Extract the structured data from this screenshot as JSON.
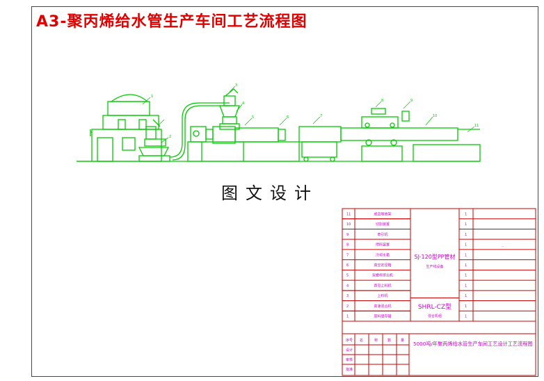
{
  "header": {
    "title": "A3-聚丙烯给水管生产车间工艺流程图",
    "subtitle": "图文设计"
  },
  "diagram": {
    "callouts": [
      "1",
      "2",
      "3",
      "4",
      "5",
      "6",
      "7",
      "8",
      "9",
      "10",
      "11"
    ]
  },
  "parts_list": {
    "rows": [
      {
        "no": "11",
        "name": "成品堆放架",
        "qty": "1"
      },
      {
        "no": "10",
        "name": "切割装置",
        "qty": "1"
      },
      {
        "no": "9",
        "name": "牵引机",
        "qty": "1"
      },
      {
        "no": "8",
        "name": "喷码装置",
        "qty": "1"
      },
      {
        "no": "7",
        "name": "冷却水箱",
        "qty": "1"
      },
      {
        "no": "6",
        "name": "真空定径箱",
        "qty": "1"
      },
      {
        "no": "5",
        "name": "双螺杆挤出机",
        "qty": "1"
      },
      {
        "no": "4",
        "name": "真空上料机",
        "qty": "1"
      },
      {
        "no": "3",
        "name": "上料机",
        "qty": "1"
      },
      {
        "no": "2",
        "name": "高速混合机",
        "qty": "1"
      },
      {
        "no": "1",
        "name": "原料储存罐",
        "qty": "1"
      }
    ],
    "group_a_line1": "SJ-120型PP管材",
    "group_a_line2": "生产线设备",
    "group_b_line1": "SHRL-CZ型",
    "group_b_line2": "混合机组",
    "small_mark": "-"
  },
  "title_block": {
    "row1": [
      "序号",
      "名",
      "称",
      "数",
      "量"
    ],
    "row2": "设计",
    "row3": "审核",
    "row4": "批准",
    "drawing_title": "5000吨/年聚丙烯给水管生产车间工艺设计工艺流程图"
  },
  "colors": {
    "frame": "#3a3aa8",
    "title": "#e00000",
    "equipment": "#00cc00",
    "table_line": "#cc0000",
    "table_text": "#cc00cc"
  }
}
